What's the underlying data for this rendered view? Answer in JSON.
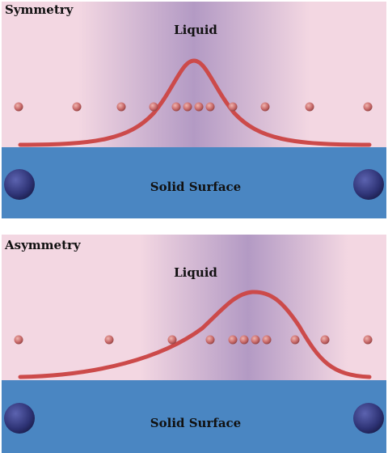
{
  "panels": [
    {
      "title": "Symmetry",
      "liquid_label": "Liquid",
      "solid_label": "Solid Surface"
    },
    {
      "title": "Asymmetry",
      "liquid_label": "Liquid",
      "solid_label": "Solid Surface"
    }
  ],
  "colors": {
    "liquid": "#f3d7e2",
    "liquid_shade": "#a98fbc",
    "solid": "#4a86c2",
    "curve": "#cc4a4a",
    "particle": "#c96b6b",
    "surface_atom": "#32377a"
  }
}
